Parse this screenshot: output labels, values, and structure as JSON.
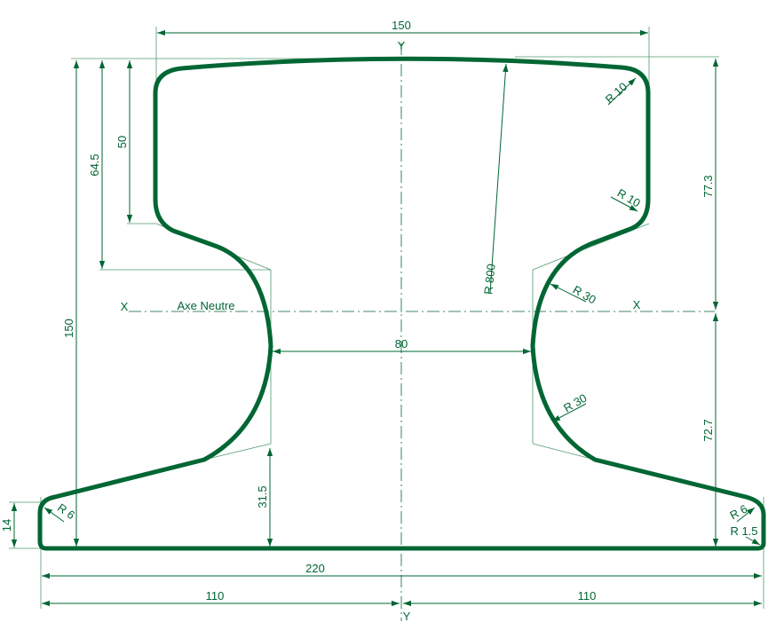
{
  "colors": {
    "profile": "#006633",
    "dimension": "#006633"
  },
  "axes": {
    "y_top": "Y",
    "y_bottom": "Y",
    "x_left": "X",
    "x_right": "X",
    "neutral_axis": "Axe Neutre"
  },
  "dimensions": {
    "head_width": "150",
    "total_height": "150",
    "head_depth_64": "64.5",
    "head_depth_50": "50",
    "upper_to_neutral": "77.3",
    "lower_to_neutral": "72.7",
    "web_width": "80",
    "base_height_31": "31.5",
    "foot_edge": "14",
    "foot_width": "220",
    "half_left": "110",
    "half_right": "110"
  },
  "radii": {
    "top": "R 800",
    "head_corner": "R 10",
    "head_lower": "R 10",
    "web_upper": "R 30",
    "web_lower": "R 30",
    "foot_left": "R 6",
    "foot_right": "R 6",
    "foot_edge": "R 1.5"
  }
}
